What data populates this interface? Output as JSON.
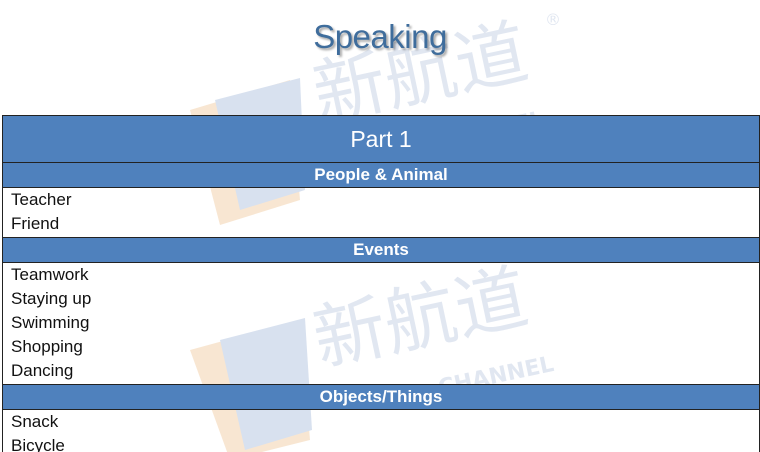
{
  "title": "Speaking",
  "watermark": {
    "brand_cn": "新航道",
    "brand_en": "CHANNEL",
    "registered": "®",
    "colors": {
      "shield_blue": "#b9c9e3",
      "shield_orange": "#f3d3ae",
      "text": "#c9d4e6"
    }
  },
  "colors": {
    "header_bg": "#4f81bd",
    "title_text": "#3f6d9c",
    "border": "#222222"
  },
  "part": {
    "label": "Part 1"
  },
  "sections": [
    {
      "header": "People & Animal",
      "items": [
        "Teacher",
        "Friend"
      ]
    },
    {
      "header": "Events",
      "items": [
        "Teamwork",
        "Staying up",
        "Swimming",
        "Shopping",
        "Dancing"
      ]
    },
    {
      "header": "Objects/Things",
      "items": [
        "Snack",
        "Bicycle"
      ]
    }
  ]
}
